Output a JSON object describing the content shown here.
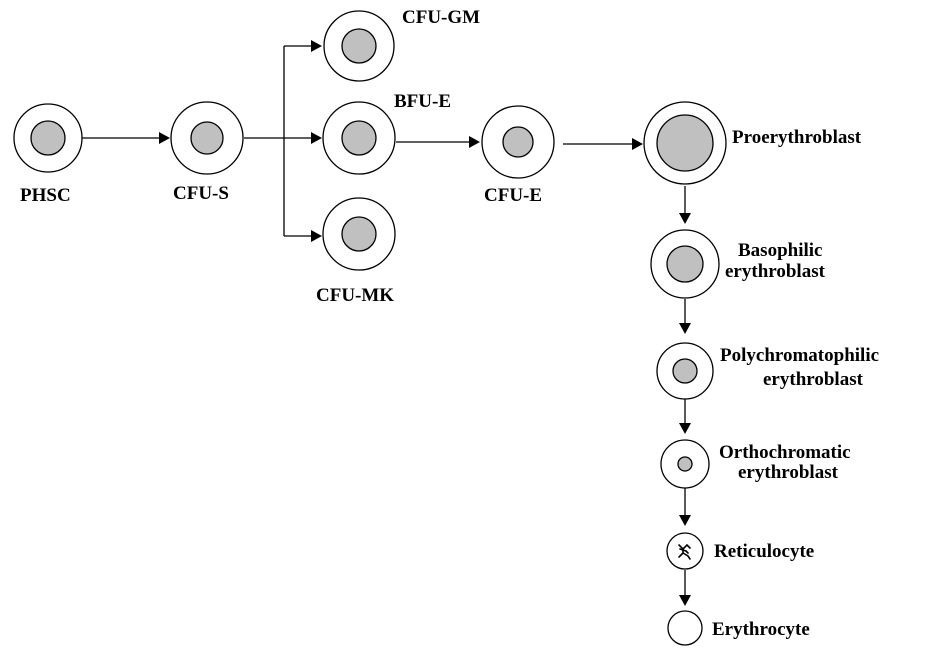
{
  "colors": {
    "background": "#ffffff",
    "stroke": "#000000",
    "nucleus_fill": "#c0c0c0",
    "text": "#000000"
  },
  "nodes": {
    "phsc": {
      "label": "PHSC"
    },
    "cfu_s": {
      "label": "CFU-S"
    },
    "cfu_gm": {
      "label": "CFU-GM"
    },
    "bfu_e": {
      "label": "BFU-E"
    },
    "cfu_mk": {
      "label": "CFU-MK"
    },
    "cfu_e": {
      "label": "CFU-E"
    },
    "proerythroblast": {
      "label": "Proerythroblast"
    },
    "basophilic": {
      "label_line1": "Basophilic",
      "label_line2": "erythroblast"
    },
    "polychromatophilic": {
      "label_line1": "Polychromatophilic",
      "label_line2": "erythroblast"
    },
    "orthochromatic": {
      "label_line1": "Orthochromatic",
      "label_line2": "erythroblast"
    },
    "reticulocyte": {
      "label": "Reticulocyte"
    },
    "erythrocyte": {
      "label": "Erythrocyte"
    }
  },
  "icons": {
    "arrow": "arrow-right-icon",
    "arrow_down": "arrow-down-icon",
    "reticulum": "reticulum-icon"
  }
}
